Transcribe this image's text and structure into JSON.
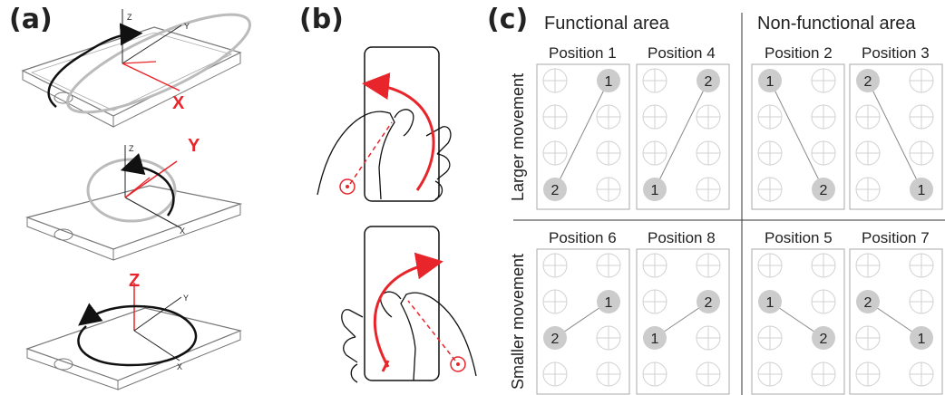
{
  "panels": {
    "a": "(a)",
    "b": "(b)",
    "c": "(c)"
  },
  "axes": {
    "phone1": {
      "z": "Z",
      "y": "Y",
      "x": "X"
    },
    "phone2": {
      "z": "Z",
      "y": "Y",
      "x": "X"
    },
    "phone3": {
      "z": "Z",
      "y": "Y",
      "x": "X"
    }
  },
  "headers": {
    "functional": "Functional area",
    "nonfunctional": "Non-functional area"
  },
  "rows": {
    "larger": "Larger movement",
    "smaller": "Smaller movement"
  },
  "positions": [
    {
      "label": "Position 1",
      "start": "1",
      "end": "2"
    },
    {
      "label": "Position 4",
      "start": "2",
      "end": "1"
    },
    {
      "label": "Position 2",
      "start": "1",
      "end": "2"
    },
    {
      "label": "Position 3",
      "start": "2",
      "end": "1"
    },
    {
      "label": "Position 6",
      "start": "1",
      "end": "2"
    },
    {
      "label": "Position 8",
      "start": "2",
      "end": "1"
    },
    {
      "label": "Position 5",
      "start": "1",
      "end": "2"
    },
    {
      "label": "Position 7",
      "start": "2",
      "end": "1"
    }
  ],
  "colors": {
    "accent": "#e8252b",
    "dot": "#cccccc",
    "line": "#222222"
  }
}
